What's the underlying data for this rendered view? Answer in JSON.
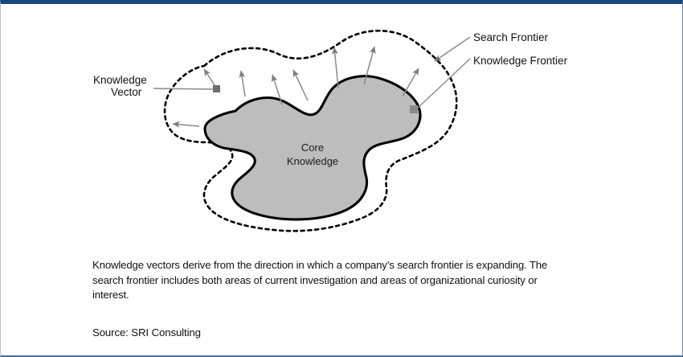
{
  "figure": {
    "core_label_line1": "Core",
    "core_label_line2": "Knowledge",
    "knowledge_vector_line1": "Knowledge",
    "knowledge_vector_line2": "Vector",
    "search_frontier_label": "Search Frontier",
    "knowledge_frontier_label": "Knowledge Frontier",
    "colors": {
      "core_fill": "#bdbdbd",
      "core_stroke": "#000000",
      "frontier_stroke": "#000000",
      "vector_arrow": "#8a8a8a",
      "leader_line": "#8a8a8a",
      "top_bar": "#194877",
      "text": "#111111"
    }
  },
  "caption": {
    "body": "Knowledge vectors derive from the direction in which a company’s search frontier is expanding. The search frontier includes both areas of current investigation and areas of organizational curiosity or interest.",
    "source": "Source: SRI Consulting"
  }
}
